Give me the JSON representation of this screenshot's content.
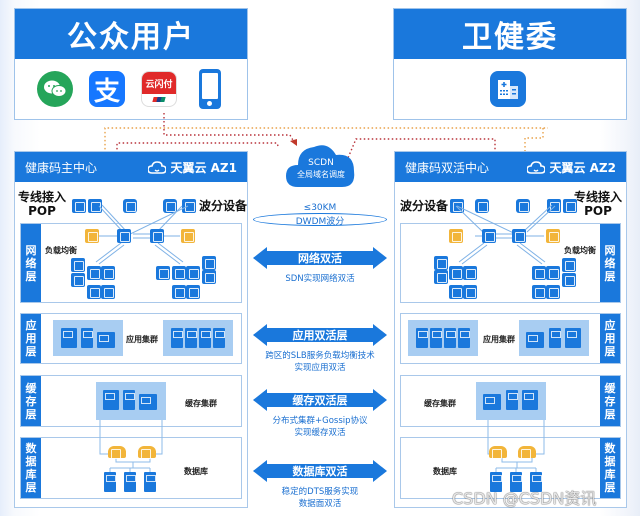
{
  "public_users": {
    "title": "公众用户",
    "apps": [
      {
        "name": "wechat",
        "icon": "wechat-icon",
        "color": "#25a55a"
      },
      {
        "name": "alipay",
        "icon": "alipay-icon",
        "label": "支",
        "color": "#1677ff"
      },
      {
        "name": "unionpay-cloud-quickpass",
        "icon": "unionpay-icon",
        "label": "云闪付",
        "color": "#e02a2a"
      },
      {
        "name": "mobile-phone",
        "icon": "phone-icon",
        "color": "#1a78dc"
      }
    ]
  },
  "health_commission": {
    "title": "卫健委",
    "icon": "hospital-icon"
  },
  "scdn": {
    "line1": "SCDN",
    "line2": "全局域名调度"
  },
  "dwdm": {
    "distance": "≤30KM",
    "label": "DWDM波分"
  },
  "left_center": {
    "title": "健康码主中心",
    "brand": "天翼云 AZ1",
    "pop_label_line1": "专线接入",
    "pop_label_line2": "POP",
    "wdm_label": "波分设备",
    "lb_label": "负载均衡",
    "app_cluster_label": "应用集群",
    "cache_cluster_label": "缓存集群",
    "db_label": "数据库"
  },
  "right_center": {
    "title": "健康码双活中心",
    "brand": "天翼云 AZ2",
    "pop_label_line1": "专线接入",
    "pop_label_line2": "POP",
    "wdm_label": "波分设备",
    "lb_label": "负载均衡",
    "app_cluster_label": "应用集群",
    "cache_cluster_label": "缓存集群",
    "db_label": "数据库"
  },
  "layers": [
    {
      "name": "network",
      "label": "网络层"
    },
    {
      "name": "application",
      "label": "应用层"
    },
    {
      "name": "cache",
      "label": "缓存层"
    },
    {
      "name": "database",
      "label": "数据库层"
    }
  ],
  "active_active": [
    {
      "title": "网络双活",
      "desc_line1": "SDN实现网络双活",
      "desc_line2": ""
    },
    {
      "title": "应用双活层",
      "desc_line1": "跨区的SLB服务负载均衡技术",
      "desc_line2": "实现应用双活"
    },
    {
      "title": "缓存双活层",
      "desc_line1": "分布式集群+Gossip协议",
      "desc_line2": "实现缓存双活"
    },
    {
      "title": "数据库双活",
      "desc_line1": "稳定的DTS服务实现",
      "desc_line2": "数据面双活"
    }
  ],
  "watermark": "CSDN @CSDN资讯",
  "colors": {
    "primary": "#1a78dc",
    "accent_orange": "#f2b53a",
    "dotted_red": "#c0392b",
    "dotted_orange": "#e8a24a",
    "cluster_bg": "#a8cdf2"
  }
}
